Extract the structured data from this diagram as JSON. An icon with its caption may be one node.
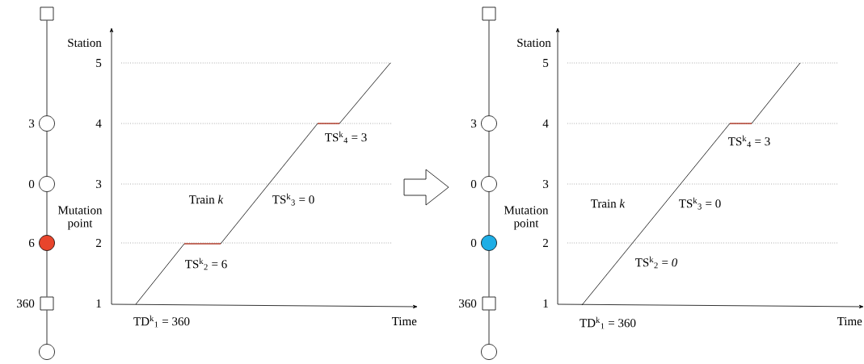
{
  "diagram": {
    "nodes": [
      {
        "text": [],
        "shape": "box"
      },
      {
        "text": [],
        "shape": "circle",
        "beside": [
          "3"
        ]
      },
      {
        "text": [],
        "shape": "circle",
        "beside": [
          "0"
        ]
      },
      {
        "text": [],
        "shape": "circle",
        "beside": [
          "6"
        ]
      },
      {
        "text": [],
        "shape": "box",
        "beside": [
          "360"
        ]
      },
      {
        "text": [],
        "shape": "circle"
      },
      {
        "text": [],
        "shape": "box"
      },
      {
        "text": [],
        "shape": "circle",
        "beside": [
          "3"
        ]
      },
      {
        "text": [],
        "shape": "circle",
        "beside": [
          "0"
        ]
      },
      {
        "text": [],
        "shape": "circle",
        "beside": [
          "0"
        ]
      },
      {
        "text": [],
        "shape": "box",
        "beside": [
          "360"
        ]
      },
      {
        "text": [],
        "shape": "circle"
      }
    ],
    "edges": [
      {
        "from": 0,
        "to": 1,
        "arrow": "none"
      },
      {
        "from": 1,
        "to": 2,
        "arrow": "none"
      },
      {
        "from": 2,
        "to": 3,
        "arrow": "none"
      },
      {
        "from": 3,
        "to": 4,
        "arrow": "none"
      },
      {
        "from": 4,
        "to": 5,
        "arrow": "none"
      },
      {
        "from": 6,
        "to": 7,
        "arrow": "none"
      },
      {
        "from": 7,
        "to": 8,
        "arrow": "none"
      },
      {
        "from": 8,
        "to": 9,
        "arrow": "none"
      },
      {
        "from": 9,
        "to": 10,
        "arrow": "none"
      },
      {
        "from": 10,
        "to": 11,
        "arrow": "none"
      }
    ],
    "labels": [
      "Station",
      "5",
      "4",
      "3",
      "2",
      "1",
      "Time",
      "Train *k*",
      "Mutation point",
      "TD$^{k}$$_{1}$ = 360",
      "TS$^{k}$$_{2}$ = 6",
      "TS$^{k}$$_{3}$ = 0",
      "TS$^{k}$$_{4}$ = 3",
      "Station",
      "5",
      "4",
      "3",
      "2",
      "1",
      "Time",
      "Train *k*",
      "Mutation point",
      "TD$^{k}$$_{1}$ = 360",
      "TS$^{k}$$_{2}$ = *0*",
      "TS$^{k}$$_{3}$ = 0",
      "TS$^{k}$$_{4}$ = 3"
    ]
  }
}
